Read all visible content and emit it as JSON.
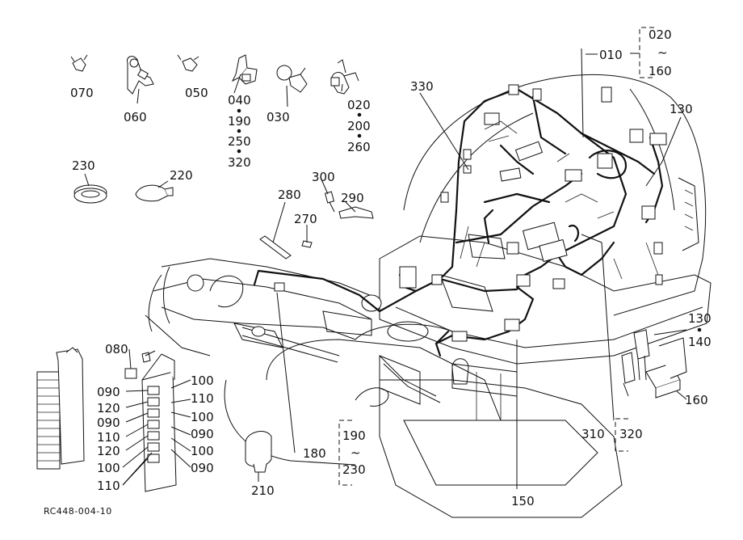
{
  "diagram_code": "RC448-004-10",
  "callouts": {
    "p010": "010",
    "range_top_a": "020",
    "range_top_sep": "~",
    "range_top_b": "160",
    "p070": "070",
    "p060": "060",
    "p050": "050",
    "p040": "040",
    "p190": "190",
    "p250": "250",
    "p320a": "320",
    "p030": "030",
    "p020": "020",
    "p200": "200",
    "p260": "260",
    "p330": "330",
    "p130": "130",
    "p230": "230",
    "p220": "220",
    "p300": "300",
    "p290": "290",
    "p280": "280",
    "p270": "270",
    "p130b": "130",
    "p140": "140",
    "p080": "080",
    "p160": "160",
    "p310": "310",
    "p320b": "320",
    "range_bot_a": "190",
    "range_bot_sep": "~",
    "range_bot_b": "230",
    "p150": "150",
    "p210": "210",
    "p180": "180",
    "fuse_left": [
      "090",
      "120",
      "090",
      "110",
      "120",
      "100",
      "110"
    ],
    "fuse_right": [
      "100",
      "110",
      "100",
      "090",
      "100",
      "090"
    ]
  }
}
